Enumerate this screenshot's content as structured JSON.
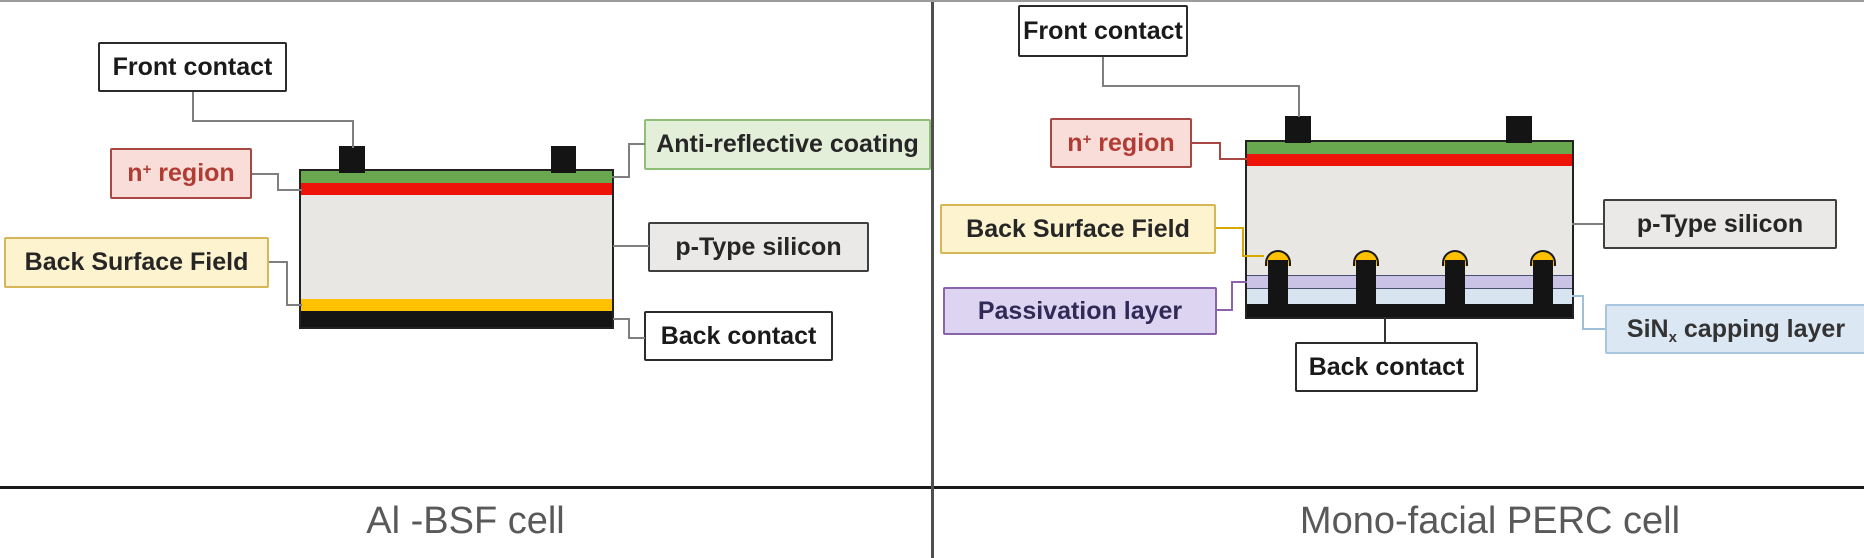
{
  "colors": {
    "arc_green": "#69a84f",
    "emitter_red": "#ee1309",
    "silicon_gray": "#e8e7e4",
    "bsf_yellow": "#ffc000",
    "contact_black": "#141414",
    "passivation_lavender": "#cbc3e6",
    "sinx_blue": "#d8e5f1",
    "leader_gray": "#7f7f7f",
    "leader_red": "#a94742",
    "leader_gold": "#d9a800",
    "leader_purple": "#8a63a8",
    "leader_blue": "#9fc0da",
    "divider_gray": "#4f4f4f",
    "separator_black": "#191919",
    "caption_gray": "#595959"
  },
  "left_panel": {
    "caption": "Al -BSF cell",
    "labels": {
      "front_contact": "Front contact",
      "n_region_prefix": "n",
      "n_region_sup": "+",
      "n_region_suffix": " region",
      "back_surface_field": "Back Surface Field",
      "anti_reflective_coating": "Anti-reflective coating",
      "p_type_silicon": "p-Type silicon",
      "back_contact": "Back contact"
    }
  },
  "right_panel": {
    "caption": "Mono-facial PERC cell",
    "labels": {
      "front_contact": "Front contact",
      "n_region_prefix": "n",
      "n_region_sup": "+",
      "n_region_suffix": " region",
      "back_surface_field": "Back Surface Field",
      "passivation_layer": "Passivation layer",
      "back_contact": "Back contact",
      "p_type_silicon": "p-Type silicon",
      "sinx_prefix": "SiN",
      "sinx_sub": "x",
      "sinx_suffix": " capping layer"
    }
  }
}
